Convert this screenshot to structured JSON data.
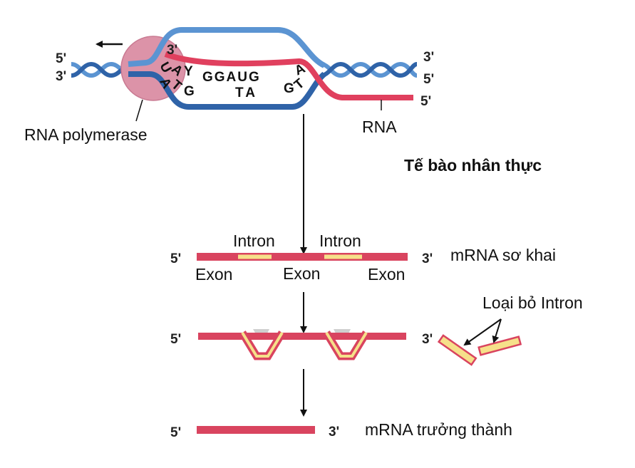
{
  "transcription": {
    "left_top_end": "5'",
    "left_bottom_end": "3'",
    "right_top_end": "3'",
    "right_middle_end": "5'",
    "rna_end": "5'",
    "rna_3_end": "3'",
    "bases": [
      "U",
      "A",
      "Y",
      "GGAUG",
      "A",
      "A",
      "T",
      "G",
      "TA",
      "G",
      "T"
    ],
    "polymerase_label": "RNA polymerase",
    "rna_label": "RNA"
  },
  "cell_type_title": "Tế bào nhân thực",
  "pre_mrna": {
    "five": "5'",
    "three": "3'",
    "label": "mRNA sơ khai",
    "introns": [
      "Intron",
      "Intron"
    ],
    "exons": [
      "Exon",
      "Exon",
      "Exon"
    ]
  },
  "splicing": {
    "five": "5'",
    "three": "3'",
    "removed_label": "Loại bỏ Intron"
  },
  "mature": {
    "five": "5'",
    "three": "3'",
    "label": "mRNA trưởng thành"
  },
  "colors": {
    "dna": "#4a86c8",
    "dna_dark": "#2a5c9e",
    "rna": "#e0405e",
    "intron": "#f6e08a",
    "polymerase": "#d98aa0"
  }
}
